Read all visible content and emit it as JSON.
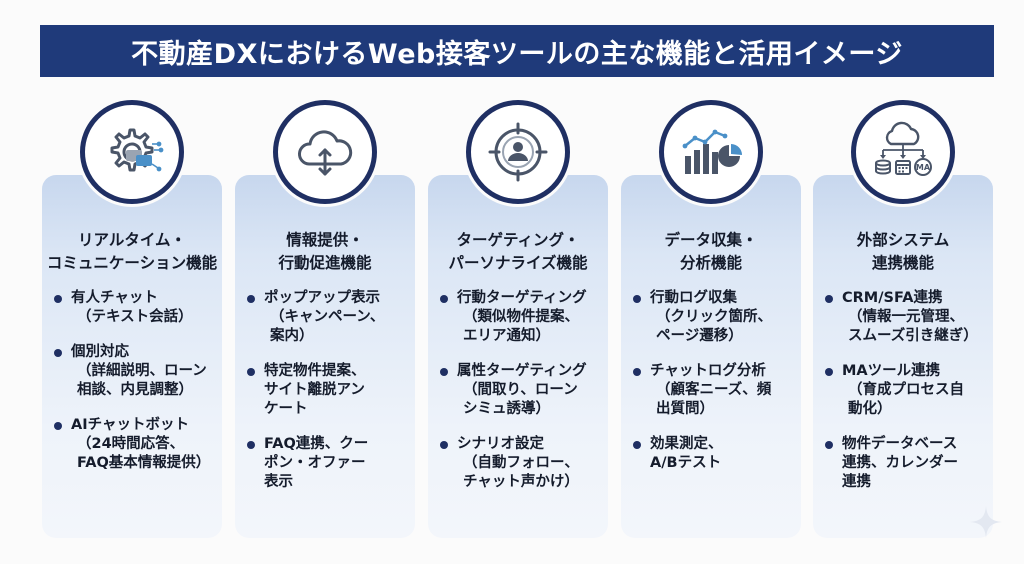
{
  "title": "不動産DXにおけるWeb接客ツールの主な機能と活用イメージ",
  "colors": {
    "banner": "#1f3a7a",
    "card_top": "#c7d7ee",
    "card_bottom": "#f3f6fb",
    "icon_ring": "#1f2f63",
    "accent": "#4a90c8"
  },
  "columns": [
    {
      "icon": "gear-chat-icon",
      "title": "リアルタイム・\nコミュニケーション機能",
      "items": [
        {
          "head": "有人チャット",
          "sub": "（テキスト会話）"
        },
        {
          "head": "個別対応",
          "sub": "（詳細説明、ローン\n相談、内見調整）"
        },
        {
          "head": "AIチャットボット",
          "sub": "（24時間応答、\nFAQ基本情報提供）"
        }
      ]
    },
    {
      "icon": "cloud-sync-icon",
      "title": "情報提供・\n行動促進機能",
      "items": [
        {
          "head": "ポップアップ表示",
          "sub": "（キャンペーン、\n案内）"
        },
        {
          "head": "特定物件提案、\nサイト離脱アン\nケート",
          "sub": ""
        },
        {
          "head": "FAQ連携、クー\nポン・オファー\n表示",
          "sub": ""
        }
      ]
    },
    {
      "icon": "target-user-icon",
      "title": "ターゲティング・\nパーソナライズ機能",
      "items": [
        {
          "head": "行動ターゲティング",
          "sub": "（類似物件提案、\nエリア通知）"
        },
        {
          "head": "属性ターゲティング",
          "sub": "（間取り、ローン\nシミュ誘導）"
        },
        {
          "head": "シナリオ設定",
          "sub": "（自動フォロー、\nチャット声かけ）"
        }
      ]
    },
    {
      "icon": "analytics-chart-icon",
      "title": "データ収集・\n分析機能",
      "items": [
        {
          "head": "行動ログ収集",
          "sub": "（クリック箇所、\nページ遷移）"
        },
        {
          "head": "チャットログ分析",
          "sub": "（顧客ニーズ、頻\n出質問）"
        },
        {
          "head": "効果測定、\nA/Bテスト",
          "sub": ""
        }
      ]
    },
    {
      "icon": "cloud-integration-icon",
      "icon_label": "MA",
      "title": "外部システム\n連携機能",
      "items": [
        {
          "head": "CRM/SFA連携",
          "sub": "（情報一元管理、\nスムーズ引き継ぎ）"
        },
        {
          "head": "MAツール連携",
          "sub": "（育成プロセス自\n動化）"
        },
        {
          "head": "物件データベース\n連携、カレンダー\n連携",
          "sub": ""
        }
      ]
    }
  ]
}
